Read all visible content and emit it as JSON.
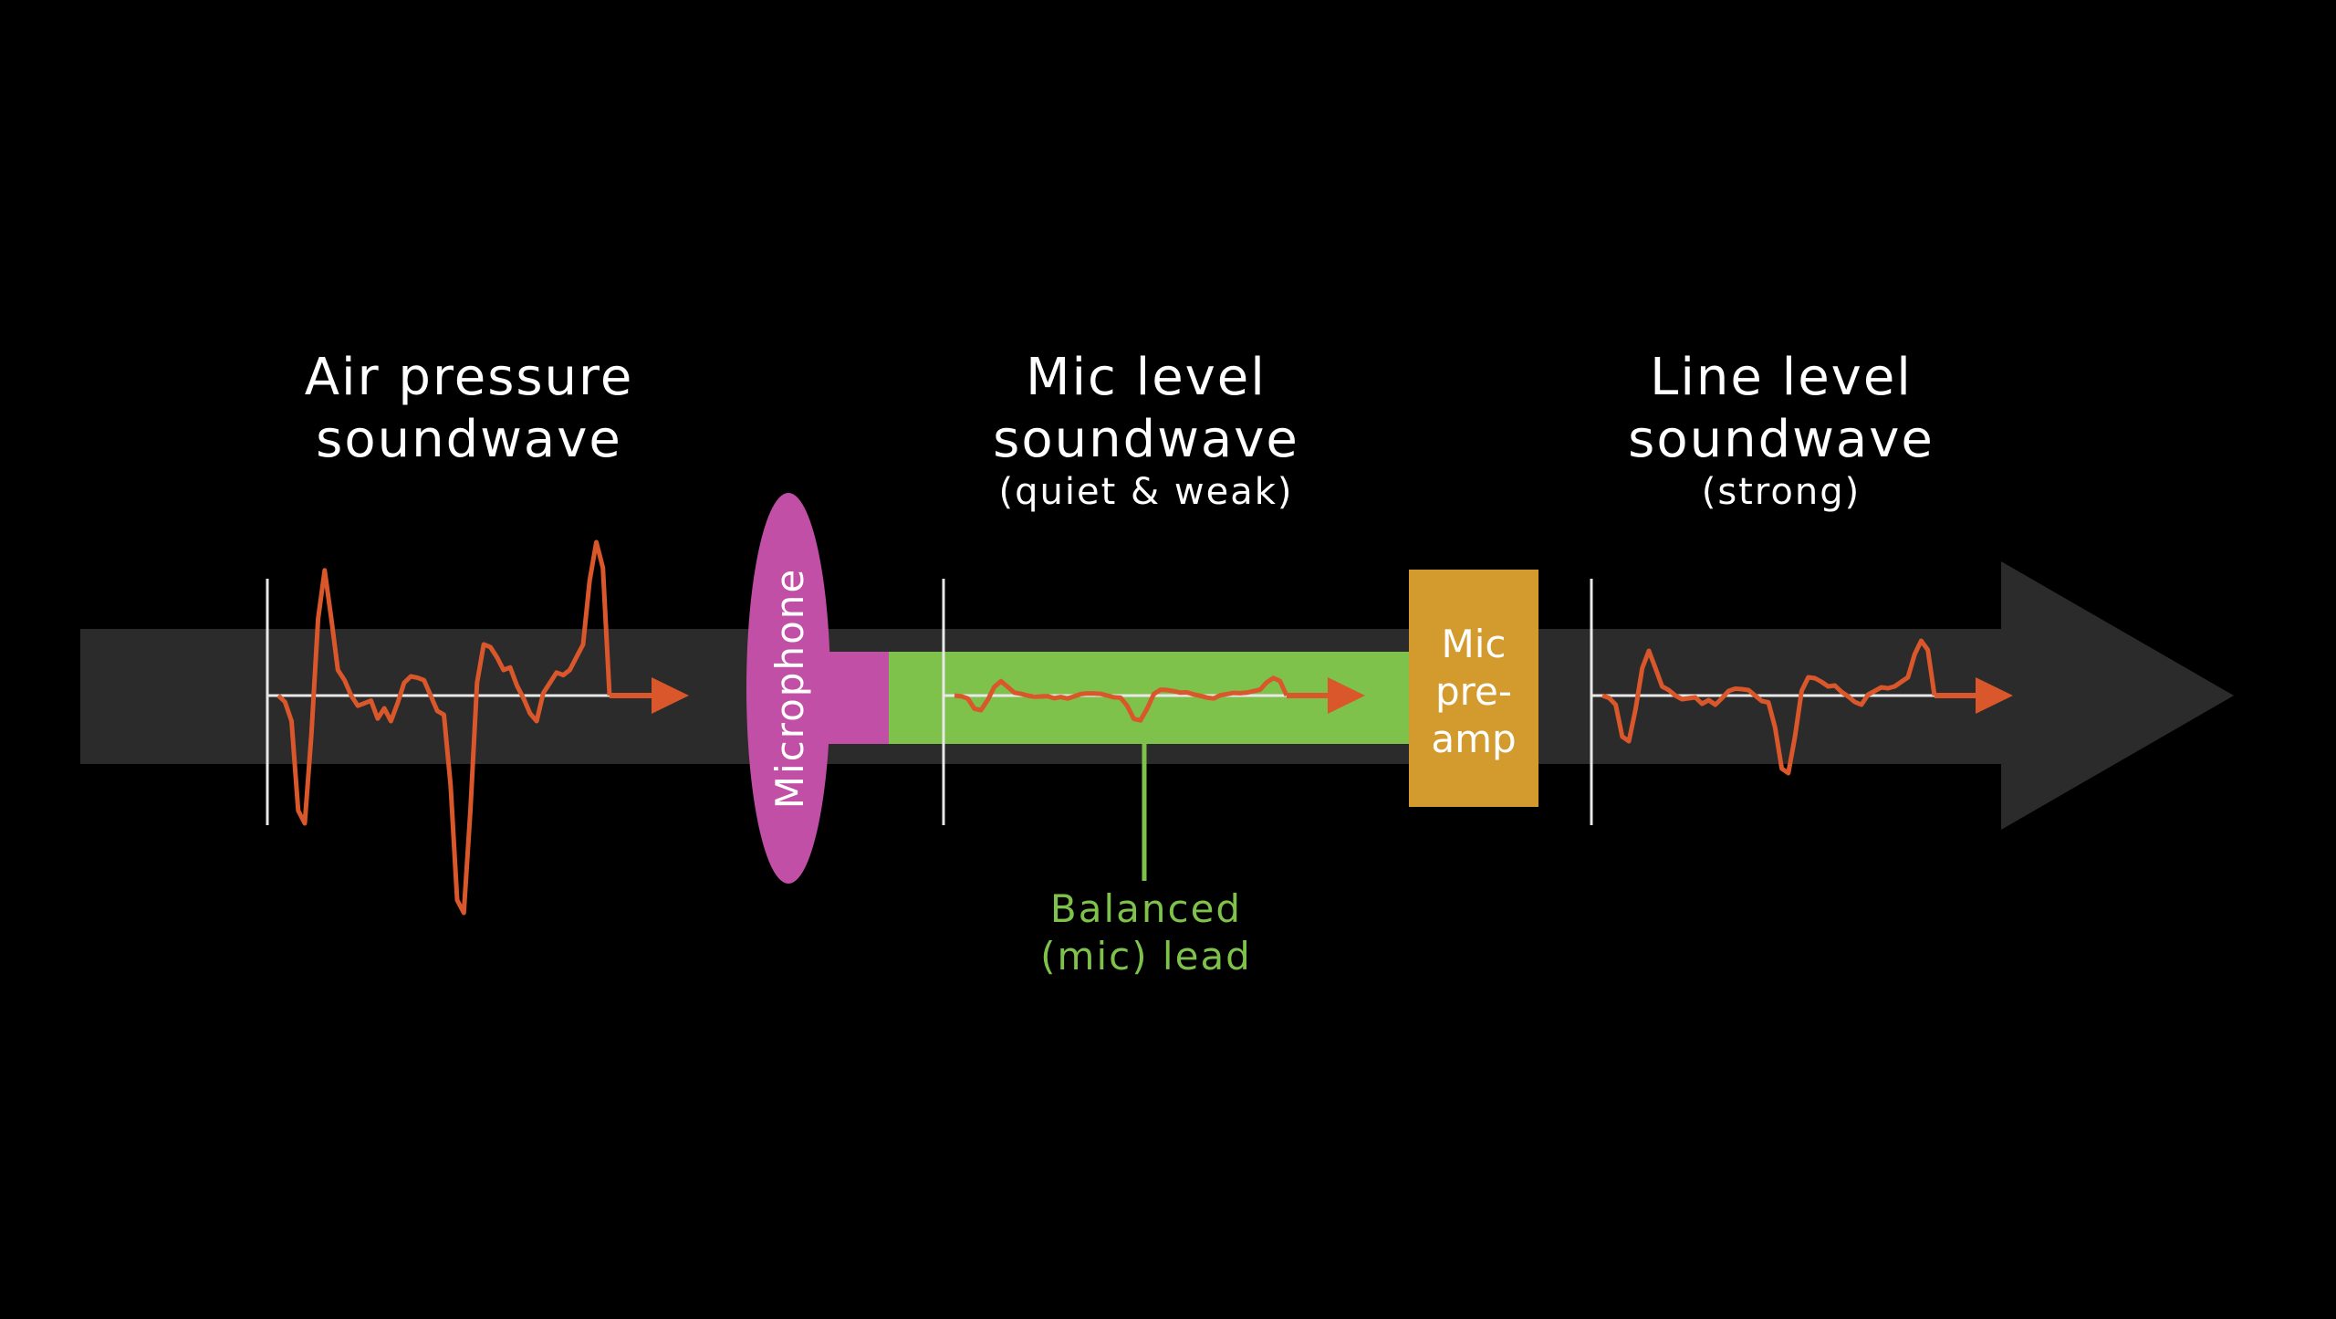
{
  "diagram": {
    "background": "#000000",
    "colors": {
      "arrow_body": "#2b2b2b",
      "wave": "#d9572a",
      "axis": "#e8e8e8",
      "microphone": "#c24fa6",
      "lead": "#7ec24c",
      "preamp": "#d39a2e",
      "text": "#ffffff"
    },
    "sections": {
      "air": {
        "title_line1": "Air pressure",
        "title_line2": "soundwave"
      },
      "mic": {
        "title_line1": "Mic level",
        "title_line2": "soundwave",
        "subtitle": "(quiet & weak)"
      },
      "line": {
        "title_line1": "Line level",
        "title_line2": "soundwave",
        "subtitle": "(strong)"
      }
    },
    "microphone_label": "Microphone",
    "preamp": {
      "line1": "Mic",
      "line2": "pre-",
      "line3": "amp"
    },
    "lead": {
      "line1": "Balanced",
      "line2": "(mic) lead"
    },
    "waveform": [
      0.0,
      -0.05,
      -0.2,
      -0.9,
      -1.0,
      -0.3,
      0.6,
      0.98,
      0.6,
      0.2,
      0.12,
      0.0,
      -0.08,
      -0.06,
      -0.04,
      -0.18,
      -0.1,
      -0.2,
      -0.06,
      0.1,
      0.15,
      0.14,
      0.12,
      0.0,
      -0.12,
      -0.15,
      -0.7,
      -1.6,
      -1.7,
      -0.9,
      0.1,
      0.4,
      0.38,
      0.3,
      0.2,
      0.22,
      0.08,
      -0.02,
      -0.14,
      -0.2,
      0.02,
      0.1,
      0.18,
      0.16,
      0.2,
      0.3,
      0.4,
      0.9,
      1.2,
      1.0,
      0.0
    ]
  }
}
